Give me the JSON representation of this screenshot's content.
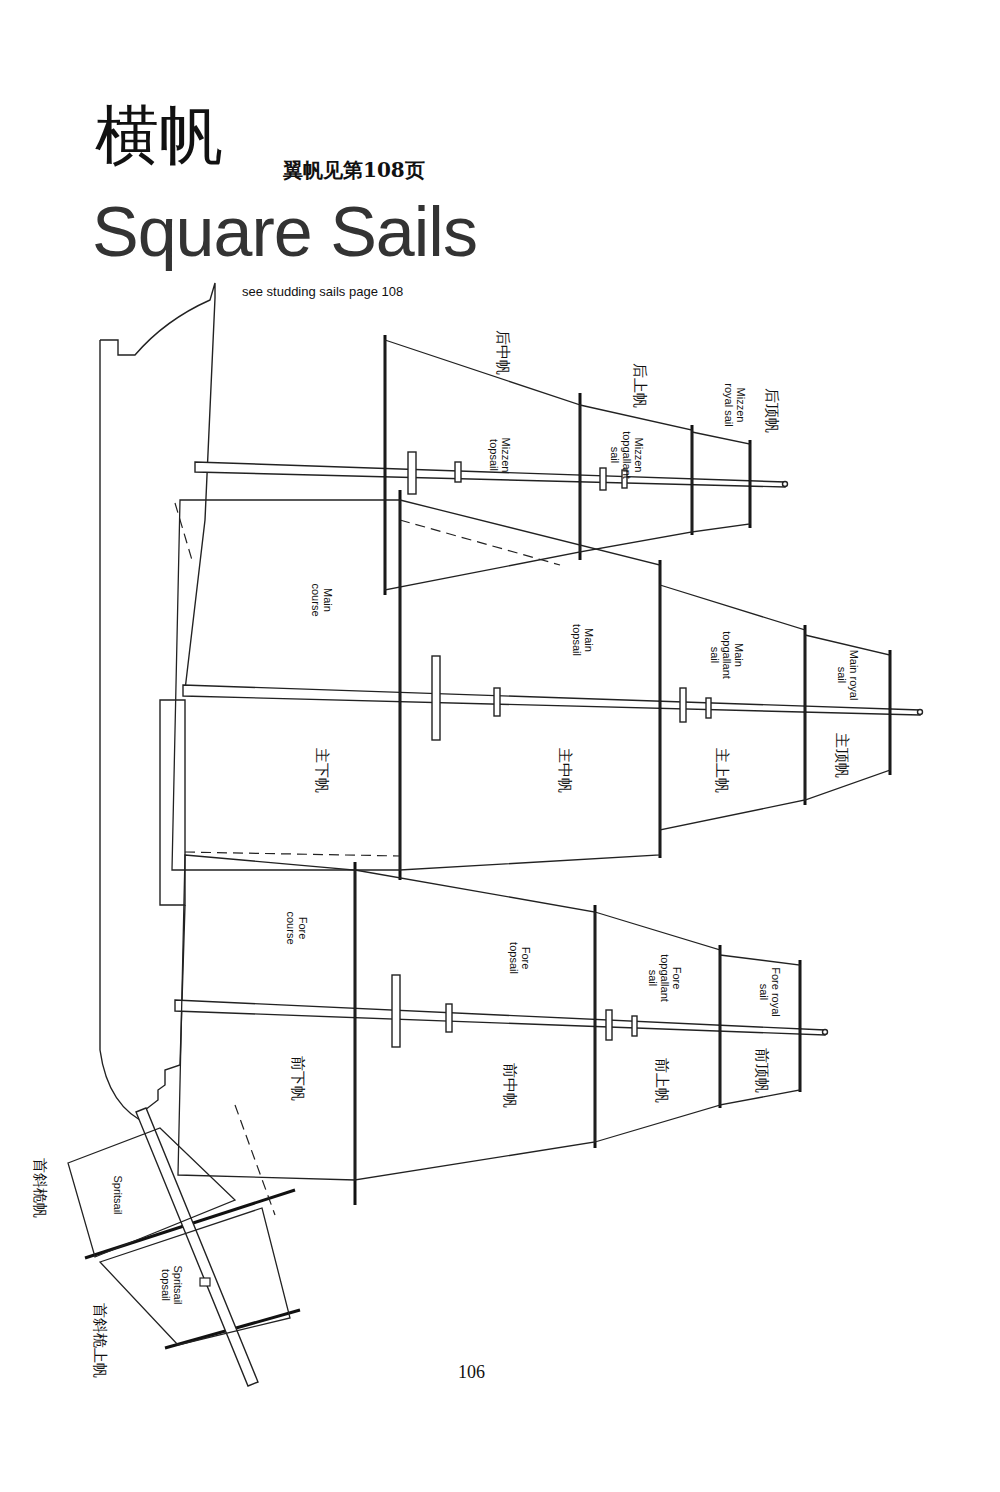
{
  "diagram": {
    "title": "横帆",
    "nodes": [
      {
        "text": [
          "Mizzen topsail",
          "后中帆"
        ]
      },
      {
        "text": [
          "Mizzen topgallant sail",
          "后上帆"
        ]
      },
      {
        "text": [
          "Mizzen royal sail",
          "后顶帆"
        ]
      },
      {
        "text": [
          "Main course",
          "主下帆"
        ]
      },
      {
        "text": [
          "Main topsail",
          "主中帆"
        ]
      },
      {
        "text": [
          "Main topgallant sail",
          "主上帆"
        ]
      },
      {
        "text": [
          "Main royal sail",
          "主顶帆"
        ]
      },
      {
        "text": [
          "Fore course",
          "前下帆"
        ]
      },
      {
        "text": [
          "Fore topsail",
          "前中帆"
        ]
      },
      {
        "text": [
          "Fore topgallant sail",
          "前上帆"
        ]
      },
      {
        "text": [
          "Fore royal sail",
          "前顶帆"
        ]
      },
      {
        "text": [
          "Spritsail",
          "首斜桅帆"
        ]
      },
      {
        "text": [
          "Spritsail topsail",
          "首斜桅上帆"
        ]
      }
    ],
    "labels": [
      "翼帆见第108页",
      "Square Sails",
      "see studding sails page 108",
      "106"
    ]
  }
}
